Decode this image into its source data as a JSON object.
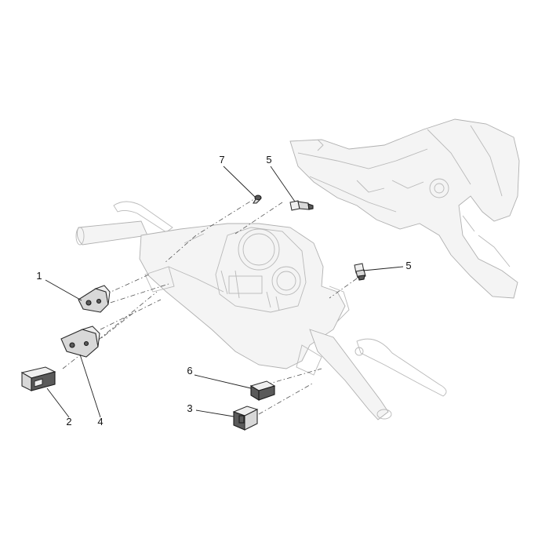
{
  "diagram": {
    "callouts": {
      "c1": "1",
      "c2": "2",
      "c3": "3",
      "c4": "4",
      "c5a": "5",
      "c5b": "5",
      "c6": "6",
      "c7": "7"
    },
    "colors": {
      "ghost_line": "#b9b9b9",
      "part_fill": "#d8d8d8",
      "part_dark": "#5a5a5a",
      "ink": "#111111"
    }
  }
}
